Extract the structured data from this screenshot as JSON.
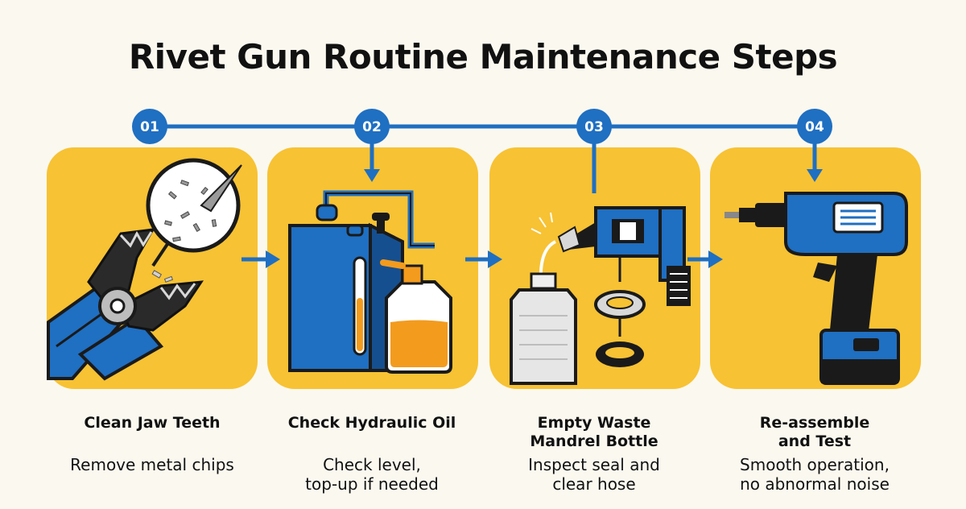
{
  "title": "Rivet Gun Routine Maintenance Steps",
  "colors": {
    "card_yellow": "#f7c233",
    "accent_blue": "#1f6fc2",
    "dark": "#1a1a1a",
    "oil_orange": "#f39b1d"
  },
  "steps": [
    {
      "number": "01",
      "title": "Clean Jaw Teeth",
      "description": "Remove metal chips",
      "icon": "rivet-jaw-with-magnifier-icon"
    },
    {
      "number": "02",
      "title": "Check Hydraulic Oil",
      "description": "Check level,\ntop-up if needed",
      "icon": "hydraulic-reservoir-and-oil-jug-icon"
    },
    {
      "number": "03",
      "title": "Empty Waste\nMandrel Bottle",
      "description": "Inspect seal and\nclear hose",
      "icon": "waste-bottle-and-seals-icon"
    },
    {
      "number": "04",
      "title": "Re-assemble\nand Test",
      "description": "Smooth operation,\nno abnormal noise",
      "icon": "cordless-rivet-tool-icon"
    }
  ]
}
